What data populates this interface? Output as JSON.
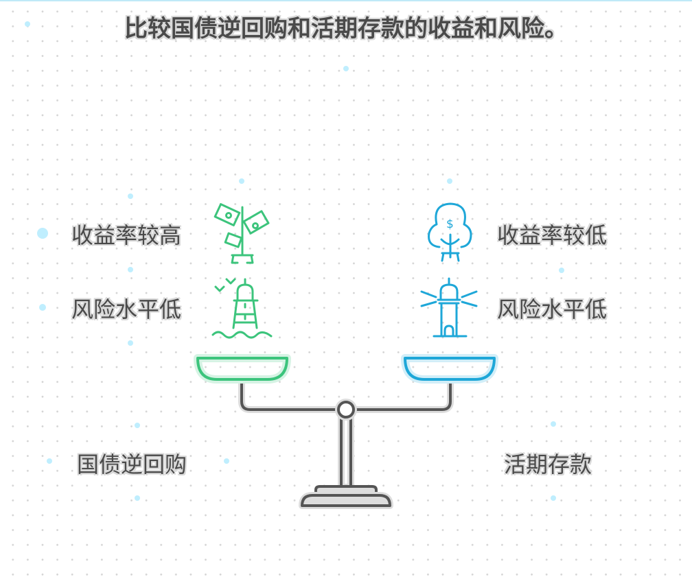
{
  "title": "比较国债逆回购和活期存款的收益和风险。",
  "left": {
    "name": "国债逆回购",
    "yield": "收益率较高",
    "risk": "风险水平低",
    "color": "#3cc47c"
  },
  "right": {
    "name": "活期存款",
    "yield": "收益率较低",
    "risk": "风险水平低",
    "color": "#1ea7d8"
  },
  "icons": [
    "money-plant-icon",
    "lighthouse-waves-icon",
    "money-tree-icon",
    "lighthouse-beams-icon",
    "balance-scale-icon"
  ]
}
